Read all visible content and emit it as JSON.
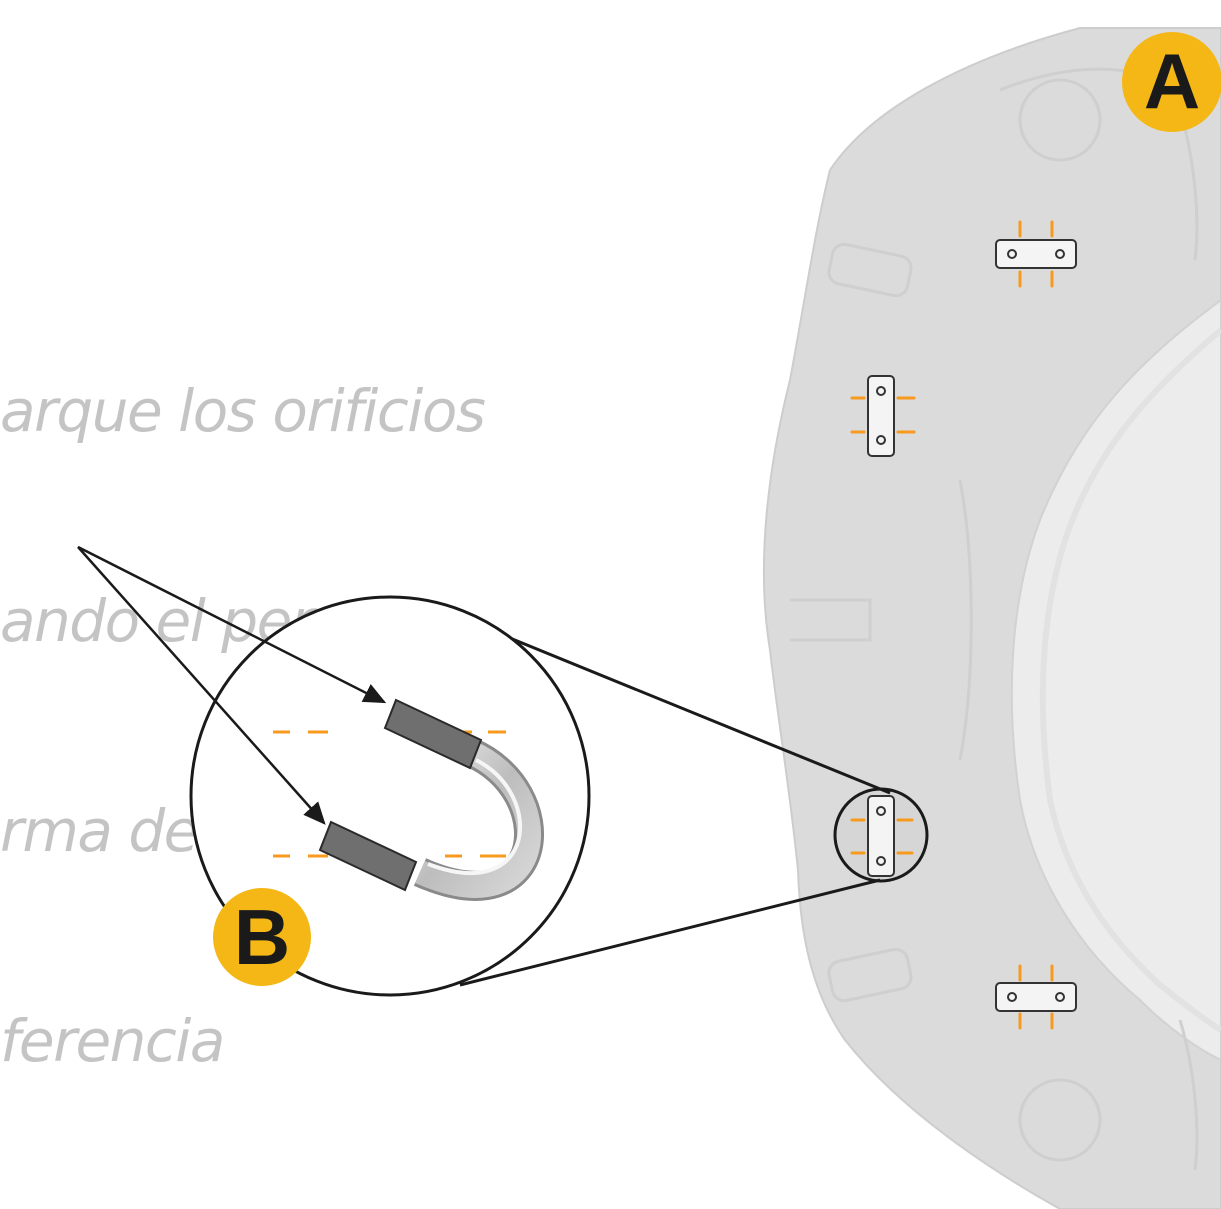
{
  "instruction": {
    "lines": [
      "arque los orificios",
      "ando el perno en",
      "rma de U como",
      "ferencia"
    ]
  },
  "labels": {
    "a": "A",
    "b": "B"
  },
  "colors": {
    "caliper_fill": "#dadada",
    "caliper_stroke": "#cfcfcf",
    "badge_yellow": "#f4b716",
    "mark_orange": "#f79a1e",
    "bolt_sleeve": "#6f6f6f",
    "ink": "#1a1a1a"
  },
  "icons": {
    "u_bolt": "u-bolt-icon",
    "bracket": "bracket-icon"
  }
}
